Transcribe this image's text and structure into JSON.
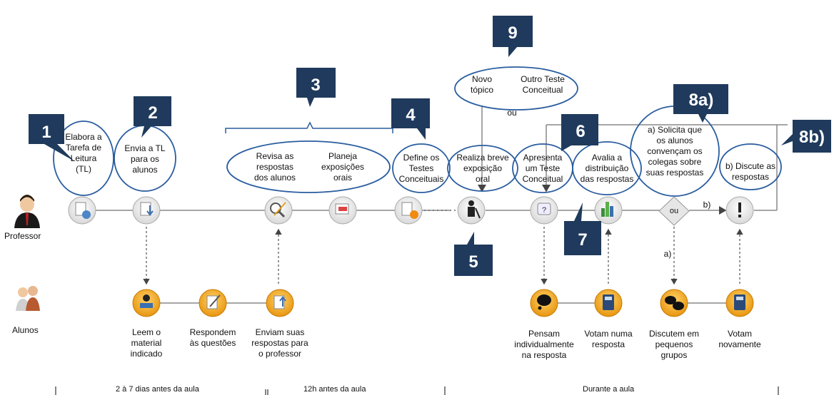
{
  "actors": {
    "teacher": "Professor",
    "students": "Alunos"
  },
  "badges": [
    "1",
    "2",
    "3",
    "4",
    "5",
    "6",
    "7",
    "8a)",
    "8b)",
    "9"
  ],
  "teacher_steps": {
    "s1": "Elabora a\nTarefa de\nLeitura\n(TL)",
    "s2": "Envia a TL\npara os\nalunos",
    "s3a": "Revisa as\nrespostas\ndos alunos",
    "s3b": "Planeja\nexposições\norais",
    "s4": "Define os\nTestes\nConceituais",
    "s5": "Realiza breve\nexposição\noral",
    "s6": "Apresenta\num Teste\nConceitual",
    "s7": "Avalia a\ndistribuição\ndas respostas",
    "s8a": "a) Solicita que\nos alunos\nconvençam os\ncolegas sobre\nsuas respostas",
    "s8b": "b) Discute as\nrespostas",
    "s9a": "Novo\ntópico",
    "s9b": "Outro Teste\nConceitual"
  },
  "connectors": {
    "ou_top": "ou",
    "ou_diamond": "ou",
    "branch_a": "a)",
    "branch_b": "b)"
  },
  "student_steps": [
    "Leem o\nmaterial\nindicado",
    "Respondem\nàs questões",
    "Enviam suas\nrespostas para\no professor",
    "Pensam\nindividualmente\nna resposta",
    "Votam numa\nresposta",
    "Discutem em\npequenos\ngrupos",
    "Votam\nnovamente"
  ],
  "timeline": [
    "2 à 7 dias antes da aula",
    "12h antes da aula",
    "Durante a aula"
  ],
  "colors": {
    "badge": "#1f3a5c",
    "oval": "#2a5d9f",
    "student_icon": "#f2a31b",
    "line": "#888888"
  },
  "icons": [
    "document-globe-icon",
    "download-list-icon",
    "magnifier-pencil-icon",
    "slides-icon",
    "checklist-question-icon",
    "teacher-pointing-icon",
    "question-bubble-icon",
    "bar-chart-icon",
    "exclamation-icon",
    "reading-person-icon",
    "paper-pencil-icon",
    "upload-document-icon",
    "thought-bubble-icon",
    "calculator-icon",
    "chat-bubbles-icon"
  ]
}
